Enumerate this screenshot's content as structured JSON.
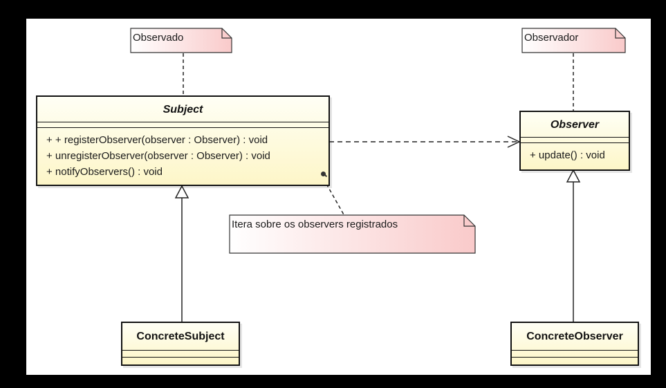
{
  "notes": {
    "observado": "Observado",
    "observador": "Observador",
    "iteration": "Itera sobre os observers registrados"
  },
  "classes": {
    "subject": {
      "name": "Subject",
      "operations": [
        "+ + registerObserver(observer : Observer) : void",
        "+ unregisterObserver(observer : Observer) : void",
        "+ notifyObservers() : void"
      ]
    },
    "observer": {
      "name": "Observer",
      "operations": [
        "+ update() : void"
      ]
    },
    "concrete_subject": {
      "name": "ConcreteSubject"
    },
    "concrete_observer": {
      "name": "ConcreteObserver"
    }
  },
  "colors": {
    "class_fill": "#fdf6c8",
    "note_fill": "#fbd8d8",
    "frame": "#000000"
  }
}
